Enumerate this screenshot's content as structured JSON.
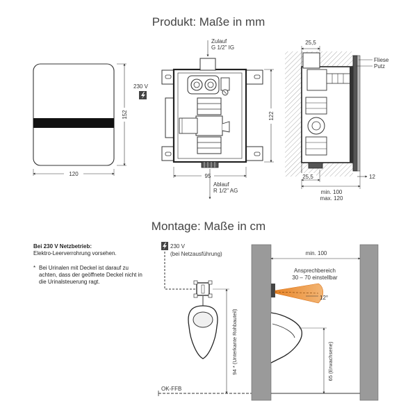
{
  "titles": {
    "product": "Produkt: Maße in mm",
    "montage": "Montage: Maße in cm"
  },
  "product": {
    "front_width": "120",
    "front_height": "152",
    "voltage": "230 V",
    "inlet_label": "Zulauf",
    "inlet_thread": "G 1/2\" IG",
    "outlet_label": "Ablauf",
    "outlet_thread": "R 1/2\" AG",
    "box_width": "95",
    "box_height": "122",
    "side_top": "25,5",
    "side_bottom": "25,5",
    "fliese": "Fliese",
    "putz": "Putz",
    "depth_min": "min. 100",
    "depth_max": "max. 120",
    "side_12": "12"
  },
  "montage": {
    "note_title": "Bei 230 V Netzbetrieb:",
    "note_text": "Elektro-Leerverrohrung vorsehen.",
    "note_star": "*",
    "note_star_text": "Bei Urinalen mit Deckel ist darauf zu achten, dass der geöffnete Deckel nicht in die Urinalsteuerung ragt.",
    "voltage": "230 V",
    "voltage_note": "(bei Netzausführung)",
    "height_94": "94 * (Unterkante Rohbauteil)",
    "ok_ffb": "OK-FFB",
    "min_100": "min. 100",
    "sensor_range_1": "Ansprechbereich",
    "sensor_range_2": "30 – 70 einstellbar",
    "angle": "12°",
    "height_65": "65 (Erwachsene)"
  }
}
